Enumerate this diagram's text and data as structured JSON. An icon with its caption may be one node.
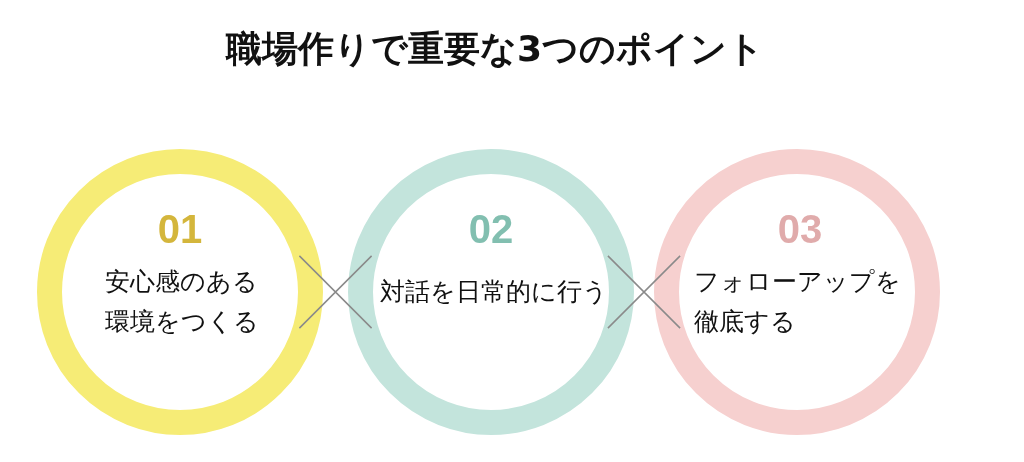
{
  "diagram": {
    "title": "職場作りで重要な3つのポイント",
    "nodes": [
      {
        "text": [
          "01",
          "安心感のある環境をつくる"
        ]
      },
      {
        "text": [
          "02",
          "対話を日常的に行う"
        ]
      },
      {
        "text": [
          "03",
          "フォローアップを徹底する"
        ]
      }
    ],
    "edges": [
      {
        "from": 0,
        "to": 1,
        "arrow": "none"
      },
      {
        "from": 1,
        "to": 2,
        "arrow": "none"
      }
    ]
  }
}
